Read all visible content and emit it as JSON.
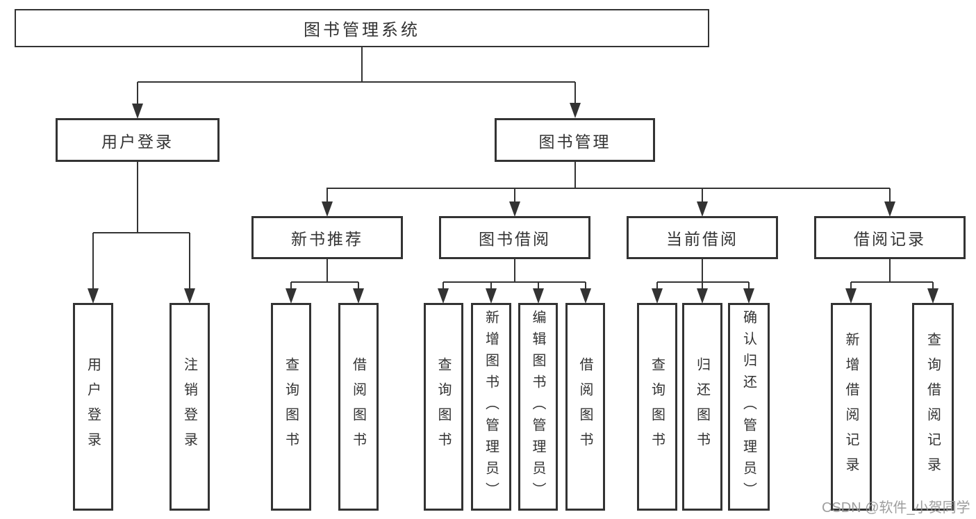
{
  "diagram": {
    "root": "图书管理系统",
    "level2": {
      "user_login": "用户登录",
      "book_mgmt": "图书管理"
    },
    "level3": {
      "new_book": "新书推荐",
      "borrow": "图书借阅",
      "current": "当前借阅",
      "records": "借阅记录"
    },
    "leaves": {
      "user_login": "用户登录",
      "logout": "注销登录",
      "query_book_a": "查询图书",
      "borrow_book_a": "借阅图书",
      "query_book_b": "查询图书",
      "add_book": "新增图书（管理员）",
      "edit_book": "编辑图书（管理员）",
      "borrow_book_b": "借阅图书",
      "query_book_c": "查询图书",
      "return_book": "归还图书",
      "confirm_return": "确认归还（管理员）",
      "add_record": "新增借阅记录",
      "query_record": "查询借阅记录"
    }
  },
  "watermark": "CSDN @软件_小贺同学",
  "colors": {
    "background": "#ffffff",
    "line": "#333333",
    "box_border": "#333333",
    "text": "#333333",
    "watermark": "#969696"
  }
}
